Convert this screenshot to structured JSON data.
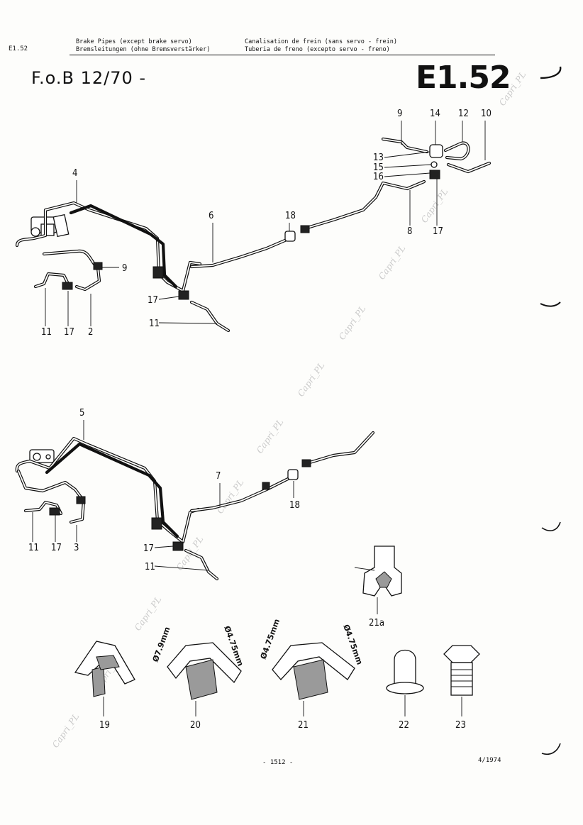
{
  "header": {
    "code": "E1.52",
    "title_en": "Brake Pipes (except brake servo)",
    "title_de": "Bremsleitungen (ohne Bremsverstärker)",
    "title_fr": "Canalisation de frein (sans servo - frein)",
    "title_es": "Tuberia de freno (excepto servo - freno)"
  },
  "model_line": "F.o.B  12/70 -",
  "ref_number": "E1.52",
  "upper_callouts": [
    "9",
    "14",
    "12",
    "10",
    "13",
    "15",
    "16",
    "4",
    "6",
    "18",
    "8",
    "17",
    "9",
    "17",
    "11",
    "11",
    "17",
    "2"
  ],
  "lower_callouts": [
    "5",
    "7",
    "18",
    "11",
    "17",
    "3",
    "17",
    "11",
    "21a",
    "19",
    "20",
    "21",
    "22",
    "23"
  ],
  "dimensions": [
    "Ø7.9mm",
    "Ø4.75mm",
    "Ø4.75mm",
    "Ø4.75mm"
  ],
  "watermark": "Capri_PL",
  "footer": {
    "page": "- 1512 -",
    "date": "4/1974"
  }
}
